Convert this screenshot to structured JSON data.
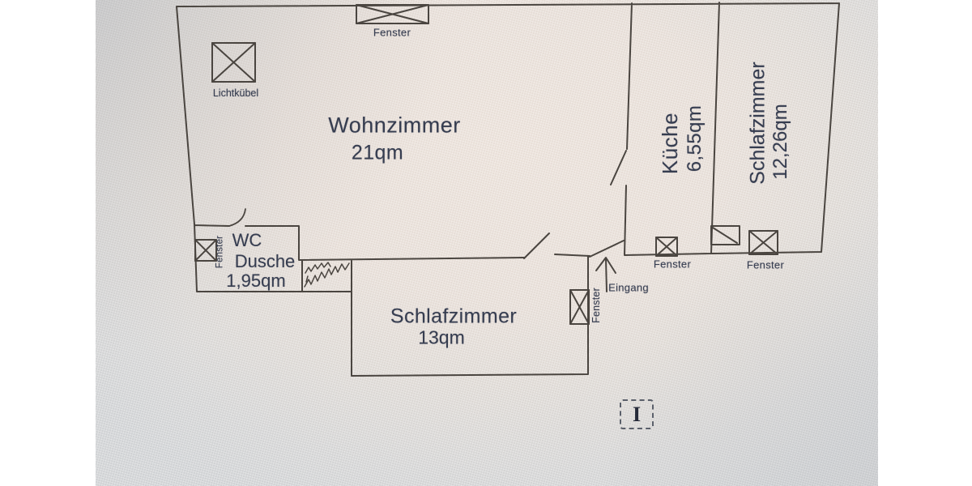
{
  "meta": {
    "description": "Photographed German apartment floor plan",
    "language": "de"
  },
  "colors": {
    "paper": "#e9e0d9",
    "photo_edge_gray": "#d2d4d6",
    "margin_white": "#ffffff",
    "wall_line": "#4a4540",
    "label_text": "#363d50"
  },
  "rooms": [
    {
      "id": "wohnzimmer",
      "name": "Wohnzimmer",
      "area": "21qm"
    },
    {
      "id": "kueche",
      "name": "Küche",
      "area": "6,55qm"
    },
    {
      "id": "schlafzimmer1",
      "name": "Schlafzimmer",
      "area": "12,26qm"
    },
    {
      "id": "schlafzimmer2",
      "name": "Schlafzimmer",
      "area": "13qm"
    },
    {
      "id": "wc",
      "name": "WC",
      "name2": "Dusche",
      "area": "1,95qm"
    }
  ],
  "labels": {
    "fenster": "Fenster",
    "eingang": "Eingang",
    "lichtkuebel": "Lichtkübel"
  },
  "icons": {
    "window_symbol": "crossed-box",
    "door_symbol": "box-with-diagonal",
    "entrance_arrow": "arrow-up",
    "cursor_glyph": "I"
  }
}
